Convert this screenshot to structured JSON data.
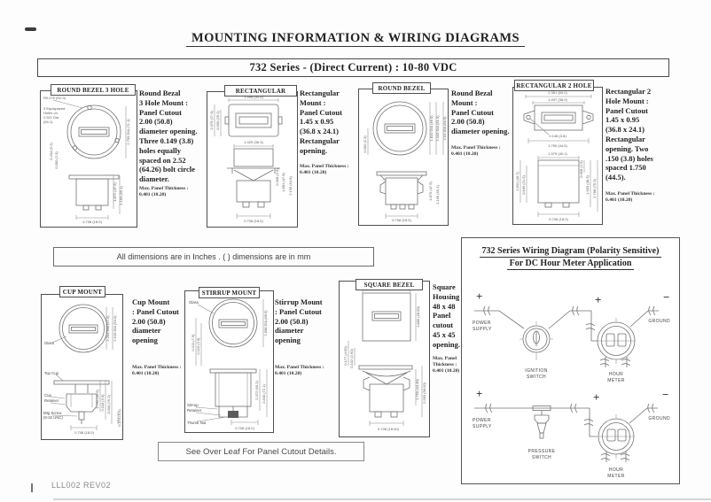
{
  "page": {
    "title": "MOUNTING INFORMATION & WIRING DIAGRAMS",
    "series_banner": "732 Series - (Direct Current) : 10-80 VDC",
    "dimensions_note": "All dimensions are in Inches . ( ) dimensions are in mm",
    "overleaf_note": "See Over Leaf For Panel Cutout Details.",
    "doc_ref": "LLL002 REV02"
  },
  "mounts": [
    {
      "header": "ROUND BEZEL 3 HOLE",
      "description": "Round Bezal\n3 Hole Mount :\nPanel Cutout\n2.00 (50.8)\ndiameter opening.\nThree 0.149 (3.8)\nholes equally\nspaced on 2.52\n(64.26) bolt circle\ndiameter.",
      "panel_thickness": "Max. Panel Thickness :\n0.401 (10.20)",
      "dims": [
        "R0.075 (R2.0)",
        "3 Equispaced",
        "Holes on",
        "2.521 Dia",
        "(64.1)",
        "2.799 DIA (71.1)",
        "0.204 (5.2)",
        "0.090 (2.3)",
        "1.872 (47.5)",
        "2.169 (55.1)",
        "0.708 (18.0)"
      ]
    },
    {
      "header": "RECTANGULAR",
      "description": "Rectangular\nMount :\nPanel Cutout\n1.45 x 0.95\n(36.8 x 24.1)\nRectangular\nopening.",
      "panel_thickness": "Max. Panel Thickness :\n0.401 (10.20)",
      "dims": [
        "1.598 (40.6)",
        "1.079 (27.4)",
        "0.990 (25.1)",
        "1.429 (36.3)",
        "0.098 (2.5)",
        "1.881 (47.8)",
        "2.156 (54.8)",
        "0.708 (18.0)"
      ]
    },
    {
      "header": "ROUND BEZEL",
      "description": "Round Bezal\nMount :\nPanel Cutout\n2.00 (50.8)\ndiameter opening.",
      "panel_thickness": "Max. Panel Thickness :\n0.401 (10.20)",
      "dims": [
        "1.810 DIA (46.0)",
        "2.043 DIA (51.9)",
        "2.54 DIA (64.5)",
        "0.090 (2.3)",
        "1.870 (47.5)",
        "2.169 (55.1)",
        "0.708 (18.0)"
      ]
    },
    {
      "header": "RECTANGULAR  2 HOLE",
      "description": "Rectangular 2\nHole Mount :\nPanel Cutout\n1.45 x 0.95\n(36.8 x 24.1)\nRectangular\nopening. Two\n.150 (3.8) holes\nspaced 1.750\n(44.5).",
      "panel_thickness": "Max. Panel Thickness :\n0.401 (10.20)",
      "dims": [
        "2.361 (60.0)",
        "1.497 (38.0)",
        "0.148 (3.8)",
        "1.750 (44.5)",
        "1.579 (40.1)",
        "1.601 (40.7)",
        "0.846 (21.5)",
        "0.098 (2.5)",
        "1.903 (48.3)",
        "2.768 (70.3)",
        "0.708 (18.0)"
      ]
    },
    {
      "header": "CUP MOUNT",
      "description": "Cup Mount\n: Panel Cutout\n2.00 (50.8)\ndiameter\nopening",
      "panel_thickness": "Max. Panel Thickness :\n0.401 (10.20)",
      "labels": [
        "Glass",
        "Top Cup",
        "Cup",
        "Retainer",
        "Mtg Screw",
        "(8-32 UNC)"
      ],
      "dims": [
        "2.264 DIA (57.5)",
        "2.519 DIA (64.0)",
        "1.795 (45.6)",
        "0.118 (3.0)",
        "3.000 (76.2)",
        "0.708 (18.0)",
        "0.374 (9.5)"
      ]
    },
    {
      "header": "STIRRUP MOUNT",
      "description": "Stirrup Mount\n: Panel Cutout\n2.00 (50.8)\ndiameter\nopening",
      "panel_thickness": "Max. Panel Thickness :\n0.401 (10.20)",
      "labels": [
        "Glass",
        "Stirrup",
        "Retainer",
        "Thumb Nut"
      ],
      "dims": [
        "0.311 (7.9)",
        "0.116 (3.0)",
        "2.698 DIA (68.5)",
        "2.372 (60.2)",
        "2.840 (72.1)",
        "0.708 (18.0)"
      ]
    },
    {
      "header": "SQUARE BEZEL",
      "description": "Square\nHousing\n48 x 48\nPanel\ncutout\n45 x 45\nopening.",
      "panel_thickness": "Max. Panel\nThickness :\n0.401 (10.20)",
      "dims": [
        "1.889 (48.00)",
        "1.889 (48.00)",
        "0.177 (4.50)",
        "0.102 (2.60)",
        "1.750 (44.45)",
        "2.283 (58.00)",
        "0.708 (18.00)"
      ]
    }
  ],
  "wiring": {
    "title_line1": "732 Series Wiring Diagram (Polarity Sensitive)",
    "title_line2": "For DC Hour Meter Application",
    "circuits": [
      {
        "power_sign": "+",
        "power_l1": "POWER",
        "power_l2": "SUPPLY",
        "switch_l1": "IGNITION",
        "switch_l2": "SWITCH",
        "meter_sign": "+",
        "meter_l1": "HOUR",
        "meter_l2": "METER",
        "ground_sign": "−",
        "ground_label": "GROUND"
      },
      {
        "power_sign": "+",
        "power_l1": "POWER",
        "power_l2": "SUPPLY",
        "switch_l1": "PRESSURE",
        "switch_l2": "SWITCH",
        "meter_sign": "+",
        "meter_l1": "HOUR",
        "meter_l2": "METER",
        "ground_sign": "−",
        "ground_label": "GROUND"
      }
    ]
  }
}
